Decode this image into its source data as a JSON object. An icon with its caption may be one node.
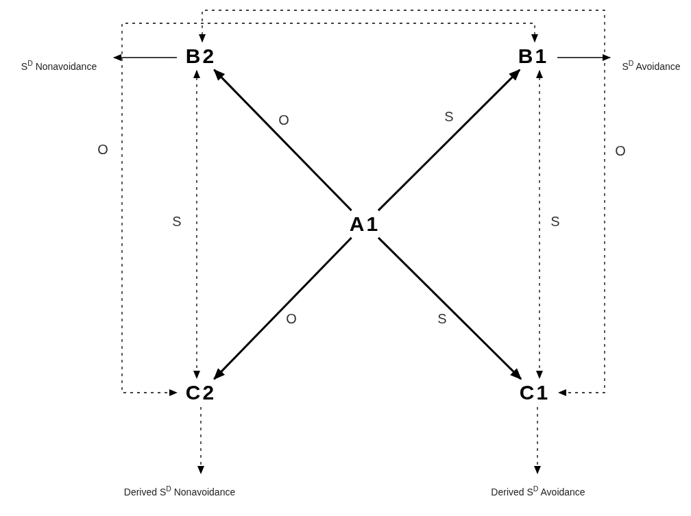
{
  "diagram": {
    "nodes": [
      {
        "text": [
          "B2"
        ]
      },
      {
        "text": [
          "B1"
        ]
      },
      {
        "text": [
          "A1"
        ]
      },
      {
        "text": [
          "C2"
        ]
      },
      {
        "text": [
          "C1"
        ]
      },
      {
        "text": [
          "S$^{D}$ Nonavoidance"
        ]
      },
      {
        "text": [
          "S$^{D}$ Avoidance"
        ]
      },
      {
        "text": [
          "Derived S$^{D}$ Nonavoidance"
        ]
      },
      {
        "text": [
          "Derived S$^{D}$ Avoidance"
        ]
      }
    ],
    "edges": [
      {
        "from": 2,
        "to": 0,
        "arrow": "to",
        "label": "O",
        "style": "thick"
      },
      {
        "from": 2,
        "to": 1,
        "arrow": "to",
        "label": "S",
        "style": "thick"
      },
      {
        "from": 2,
        "to": 3,
        "arrow": "to",
        "label": "O",
        "style": "thick"
      },
      {
        "from": 2,
        "to": 4,
        "arrow": "to",
        "label": "S",
        "style": "thick"
      },
      {
        "from": 0,
        "to": 3,
        "arrow": "both",
        "label": "S",
        "style": "dashed"
      },
      {
        "from": 1,
        "to": 4,
        "arrow": "both",
        "label": "S",
        "style": "dashed"
      },
      {
        "from": 0,
        "to": 4,
        "arrow": "both",
        "label": "O",
        "style": "dashed"
      },
      {
        "from": 1,
        "to": 3,
        "arrow": "both",
        "label": "O",
        "style": "dashed"
      },
      {
        "from": 0,
        "to": 5,
        "arrow": "to"
      },
      {
        "from": 1,
        "to": 6,
        "arrow": "to"
      },
      {
        "from": 3,
        "to": 7,
        "arrow": "to",
        "style": "dashed"
      },
      {
        "from": 4,
        "to": 8,
        "arrow": "to",
        "style": "dashed"
      }
    ]
  }
}
